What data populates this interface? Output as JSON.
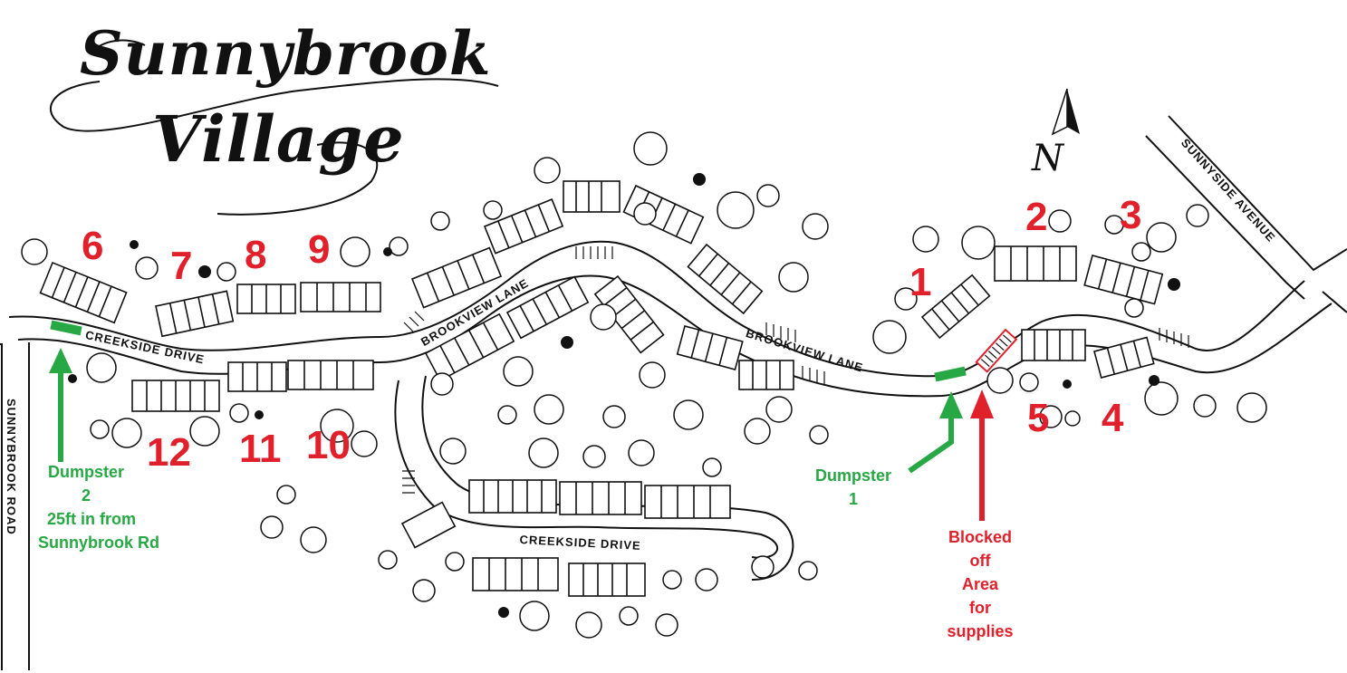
{
  "title": {
    "line1": "Sunnybrook",
    "line2": "Village"
  },
  "compass": {
    "label": "N",
    "icon": "north-arrow-icon"
  },
  "roads": {
    "sunnybrook_road": "SUNNYBROOK ROAD",
    "sunnyside_avenue": "SUNNYSIDE AVENUE",
    "brookview_lane_west": "BROOKVIEW LANE",
    "brookview_lane_east": "BROOKVIEW LANE",
    "creekside_drive_west": "CREEKSIDE DRIVE",
    "creekside_drive_south": "CREEKSIDE DRIVE"
  },
  "building_numbers": [
    {
      "id": "b1",
      "label": "1"
    },
    {
      "id": "b2",
      "label": "2"
    },
    {
      "id": "b3",
      "label": "3"
    },
    {
      "id": "b4",
      "label": "4"
    },
    {
      "id": "b5",
      "label": "5"
    },
    {
      "id": "b6",
      "label": "6"
    },
    {
      "id": "b7",
      "label": "7"
    },
    {
      "id": "b8",
      "label": "8"
    },
    {
      "id": "b9",
      "label": "9"
    },
    {
      "id": "b10",
      "label": "10"
    },
    {
      "id": "b11",
      "label": "11"
    },
    {
      "id": "b12",
      "label": "12"
    }
  ],
  "annotations": {
    "dumpster1": [
      "Dumpster",
      "1"
    ],
    "dumpster2": [
      "Dumpster",
      "2",
      "25ft in from",
      "Sunnybrook Rd"
    ],
    "blocked": [
      "Blocked",
      "off",
      "Area",
      "for",
      "supplies"
    ]
  },
  "colors": {
    "building_number": "#e0202a",
    "dumpster": "#27a844",
    "blocked_area": "#e0202a",
    "ink": "#111111"
  }
}
